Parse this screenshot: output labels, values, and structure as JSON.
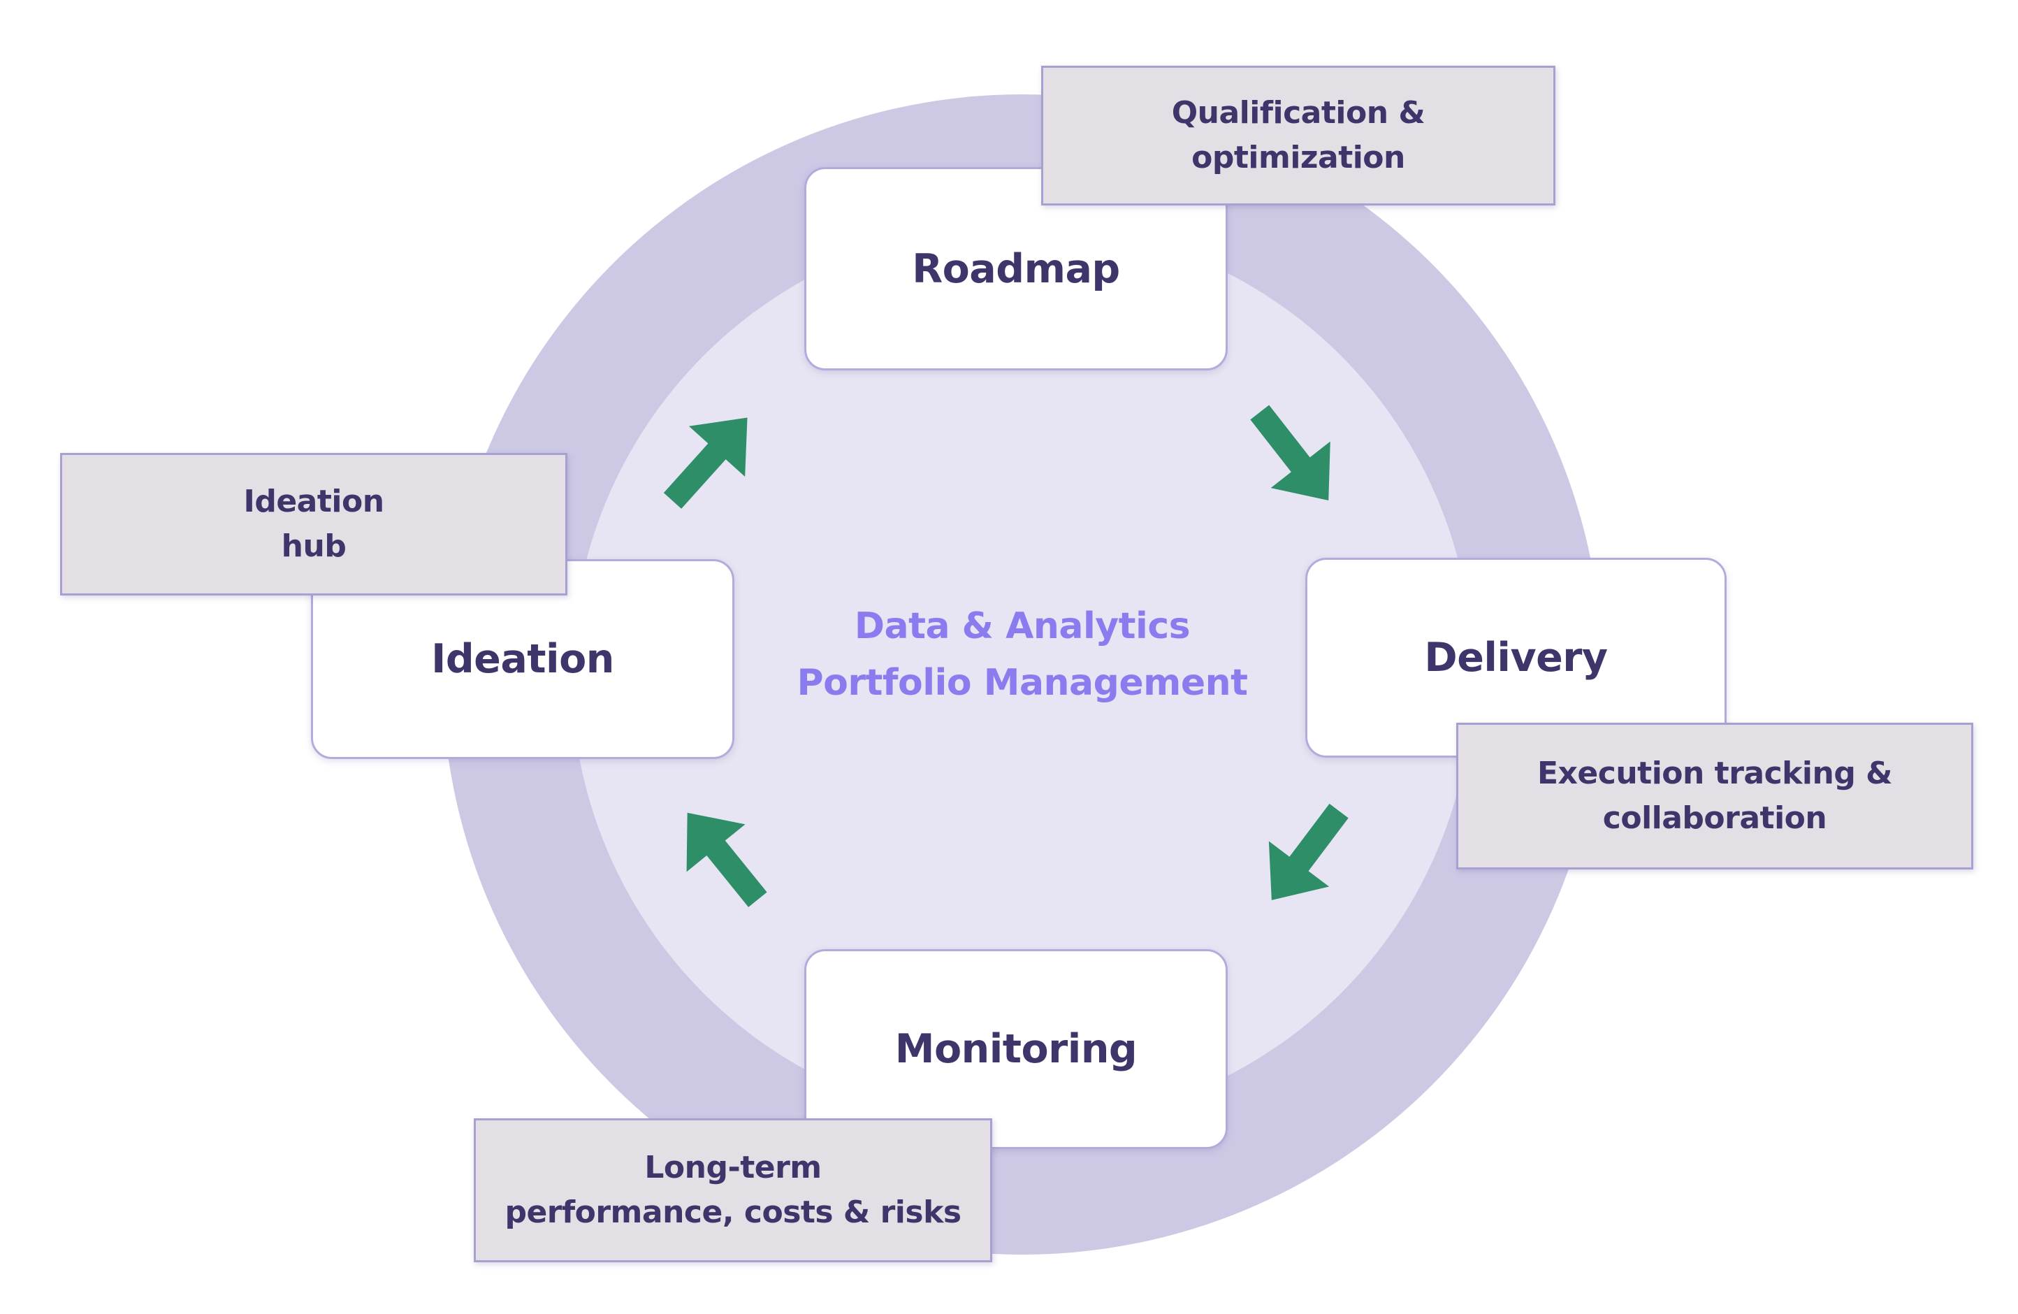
{
  "center": {
    "line1": "Data & Analytics",
    "line2": "Portfolio Management"
  },
  "stages": {
    "roadmap": "Roadmap",
    "ideation": "Ideation",
    "delivery": "Delivery",
    "monitoring": "Monitoring"
  },
  "callouts": {
    "qualification": {
      "line1": "Qualification &",
      "line2": "optimization"
    },
    "ideation_hub": {
      "line1": "Ideation",
      "line2": "hub"
    },
    "execution": {
      "line1": "Execution tracking &",
      "line2": "collaboration"
    },
    "longterm": {
      "line1": "Long-term",
      "line2": "performance, costs & risks"
    }
  },
  "arrows": {
    "ideation_to_roadmap": {
      "direction": "up-right"
    },
    "roadmap_to_delivery": {
      "direction": "down-right"
    },
    "delivery_to_monitoring": {
      "direction": "down-left"
    },
    "monitoring_to_ideation": {
      "direction": "up-left"
    }
  },
  "colors": {
    "ring": "#cdc9e5",
    "inner": "#e7e5f3",
    "card_bg": "#ffffff",
    "card_border": "#b3abdb",
    "callout_bg": "#e4dfe5",
    "callout_border": "#a9a0d2",
    "stage_text": "#3f356a",
    "center_text": "#8a7cee",
    "arrow_green": "#2e8e68",
    "page_bg": "#ffffff"
  }
}
